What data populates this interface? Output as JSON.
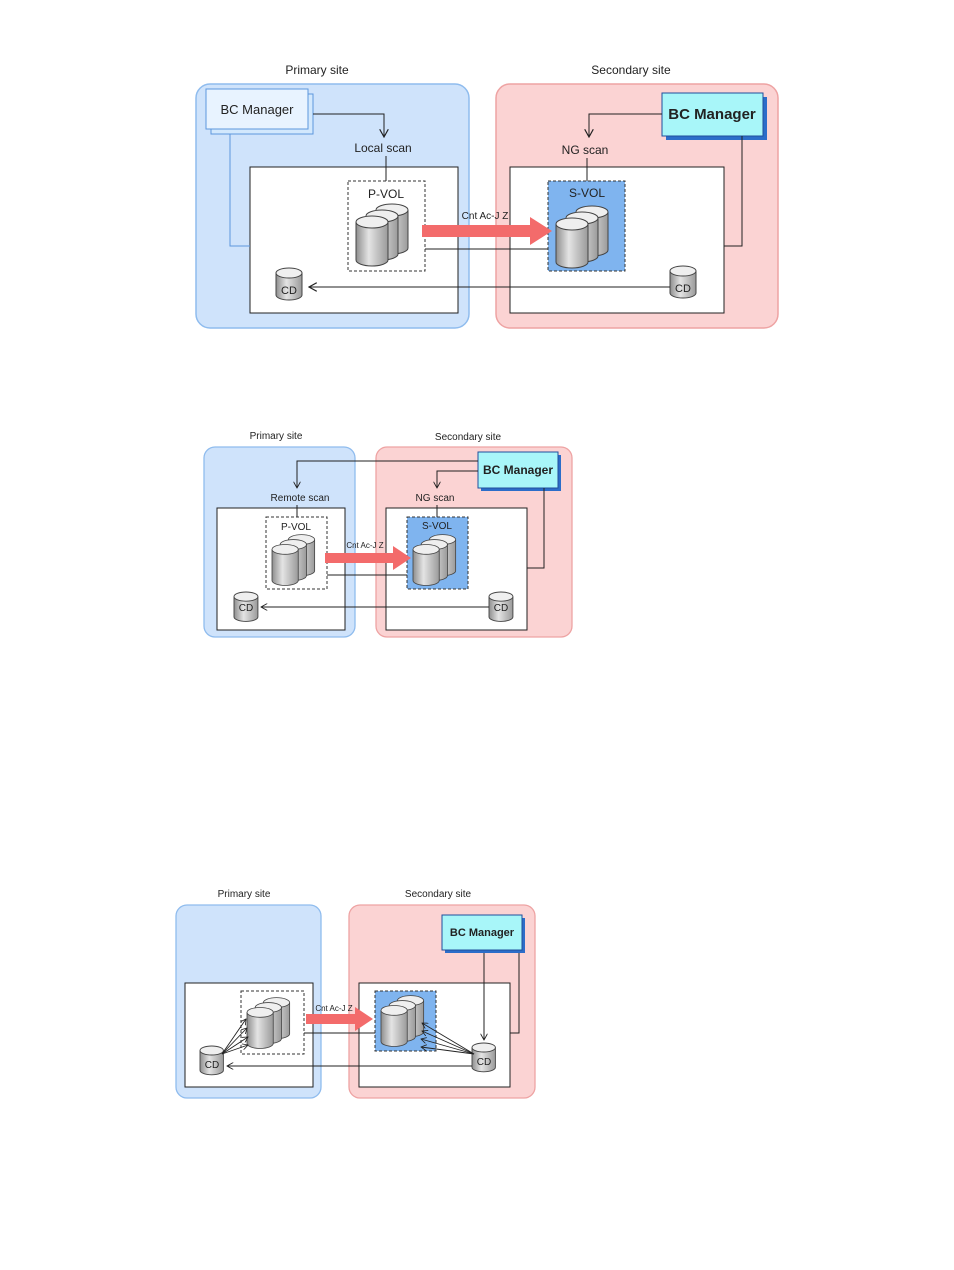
{
  "colors": {
    "primary_fill": "#cfe3fb",
    "primary_border": "#8fbcee",
    "secondary_fill": "#fbd3d3",
    "secondary_border": "#eea3a3",
    "bc_manager_fill": "#a8f6f9",
    "svol_fill": "#7fb4ef",
    "transfer_arrow": "#f36b6b"
  },
  "icons": [
    "database-cylinder-icon",
    "disk-stack-icon",
    "transfer-arrow-icon"
  ],
  "diagrams": [
    {
      "primary_site": "Primary site",
      "secondary_site": "Secondary site",
      "bc_manager_primary": "BC Manager",
      "bc_manager_secondary": "BC Manager",
      "local_scan": "Local scan",
      "ng_scan": "NG scan",
      "pvol": "P-VOL",
      "svol": "S-VOL",
      "link": "Cnt Ac-J Z",
      "cd_primary": "CD",
      "cd_secondary": "CD"
    },
    {
      "primary_site": "Primary site",
      "secondary_site": "Secondary site",
      "bc_manager": "BC Manager",
      "remote_scan": "Remote scan",
      "ng_scan": "NG scan",
      "pvol": "P-VOL",
      "svol": "S-VOL",
      "link": "Cnt Ac-J Z",
      "cd_primary": "CD",
      "cd_secondary": "CD"
    },
    {
      "primary_site": "Primary site",
      "secondary_site": "Secondary site",
      "bc_manager": "BC Manager",
      "link": "Cnt Ac-J Z",
      "cd_primary": "CD",
      "cd_secondary": "CD"
    }
  ]
}
